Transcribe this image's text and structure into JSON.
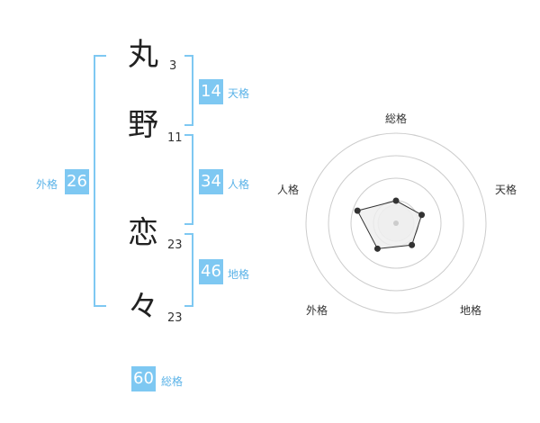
{
  "name": {
    "chars": [
      {
        "char": "丸",
        "strokes": "3"
      },
      {
        "char": "野",
        "strokes": "11"
      },
      {
        "char": "恋",
        "strokes": "23"
      },
      {
        "char": "々",
        "strokes": "23"
      }
    ]
  },
  "kakusu": {
    "tenkaku": {
      "value": "14",
      "label": "天格"
    },
    "jinkaku": {
      "value": "34",
      "label": "人格"
    },
    "chikaku": {
      "value": "46",
      "label": "地格"
    },
    "gaikaku": {
      "value": "26",
      "label": "外格"
    },
    "soukaku": {
      "value": "60",
      "label": "総格"
    }
  },
  "radar": {
    "axes": [
      "総格",
      "天格",
      "地格",
      "外格",
      "人格"
    ],
    "values": [
      0.25,
      0.3,
      0.3,
      0.35,
      0.45
    ],
    "colors": {
      "fill": "#eeeeee",
      "stroke": "#333333",
      "ring": "#cccccc",
      "point": "#333333"
    }
  },
  "colors": {
    "accent": "#7ec8f2"
  }
}
